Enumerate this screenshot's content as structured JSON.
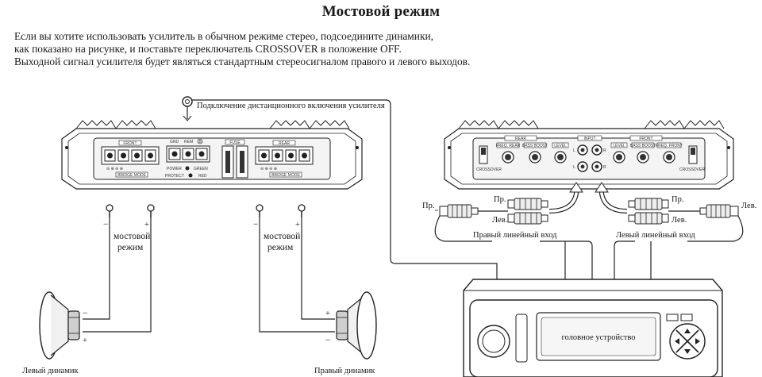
{
  "title": "Мостовой режим",
  "intro": [
    "Если вы хотите использовать усилитель в обычном режиме стерео, подсоедините динамики,",
    "как показано на рисунке, и поставьте переключатель CROSSOVER в положение OFF.",
    "Выходной сигнал усилителя будет являться стандартным стереосигналом правого и левого выходов."
  ],
  "labels": {
    "remote": "Подключение дистанционного включения усилителя",
    "bridge": [
      "мостовой",
      "режим"
    ],
    "left_speaker": "Левый динамик",
    "right_speaker": "Правый динамик",
    "right_line_in": "Правый линейный вход",
    "left_line_in": "Левый линейный вход",
    "head_unit": "головное устройство",
    "pr": "Пр.",
    "lev": "Лев.",
    "plus": "+",
    "minus": "−"
  },
  "amp_left": {
    "front": "FRONT",
    "rear": "REAR",
    "fuse": "FUSE",
    "gnd": "GND",
    "rem": "REM",
    "b": "B",
    "power": "POWER",
    "protect": "PROTECT",
    "green": "GREEN",
    "red": "RED",
    "bridge_mode": "BRIDGE MODE"
  },
  "amp_right": {
    "rear": "REAR",
    "input": "INPUT",
    "front": "FRONT",
    "freq_rear": "FREQ. REAR",
    "bass_boost": "BASS BOOST",
    "level": "LEVEL",
    "freq_front": "FREQ. FRONT",
    "crossover": "CROSSOVER",
    "l": "L",
    "r": "R"
  },
  "colors": {
    "line": "#222222",
    "paper": "#ffffff",
    "shade": "#d8d8d8",
    "dark": "#333333"
  }
}
